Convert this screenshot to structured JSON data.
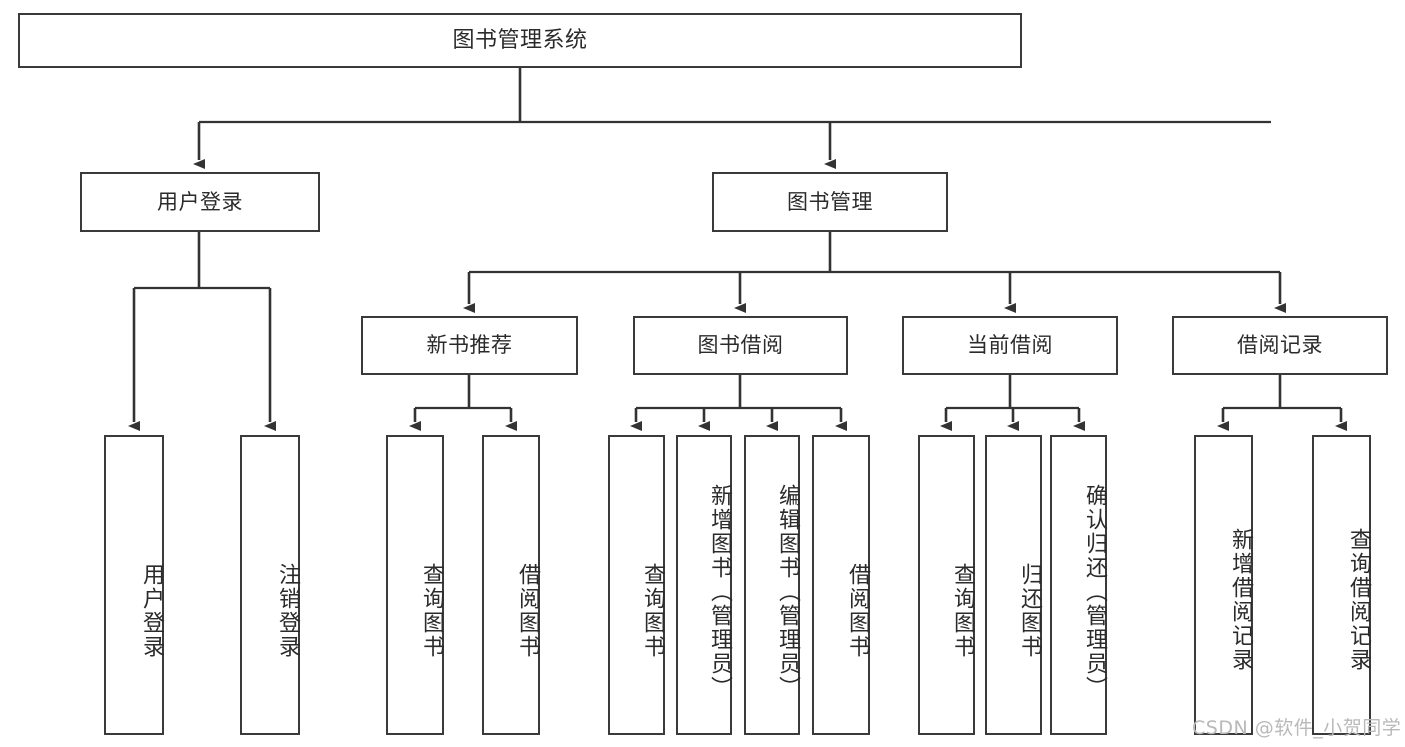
{
  "diagram": {
    "type": "hierarchy-tree",
    "title": "图书管理系统",
    "watermark": "CSDN @软件_小贺同学",
    "colors": {
      "box_border": "#3a3a3a",
      "box_fill": "#ffffff",
      "text": "#2b2b2b",
      "connector": "#333333",
      "watermark": "#b9b9b9"
    },
    "root": {
      "label": "图书管理系统"
    },
    "level2": [
      {
        "id": "user-login",
        "label": "用户登录"
      },
      {
        "id": "book-manage",
        "label": "图书管理"
      }
    ],
    "level3": [
      {
        "id": "new-book-recommend",
        "label": "新书推荐"
      },
      {
        "id": "book-borrow",
        "label": "图书借阅"
      },
      {
        "id": "current-borrow",
        "label": "当前借阅"
      },
      {
        "id": "borrow-record",
        "label": "借阅记录"
      }
    ],
    "leaves": {
      "user_login": [
        {
          "id": "leaf-user-login",
          "label": "用户登录"
        },
        {
          "id": "leaf-logout",
          "label": "注销登录"
        }
      ],
      "new_book_recommend": [
        {
          "id": "leaf-query-book-1",
          "label": "查询图书"
        },
        {
          "id": "leaf-borrow-book-1",
          "label": "借阅图书"
        }
      ],
      "book_borrow": [
        {
          "id": "leaf-query-book-2",
          "label": "查询图书"
        },
        {
          "id": "leaf-add-book",
          "label": "新增图书（管理员）"
        },
        {
          "id": "leaf-edit-book",
          "label": "编辑图书（管理员）"
        },
        {
          "id": "leaf-borrow-book-2",
          "label": "借阅图书"
        }
      ],
      "current_borrow": [
        {
          "id": "leaf-query-book-3",
          "label": "查询图书"
        },
        {
          "id": "leaf-return-book",
          "label": "归还图书"
        },
        {
          "id": "leaf-confirm-return",
          "label": "确认归还（管理员）"
        }
      ],
      "borrow_record": [
        {
          "id": "leaf-add-record",
          "label": "新增借阅记录"
        },
        {
          "id": "leaf-query-record",
          "label": "查询借阅记录"
        }
      ]
    }
  }
}
